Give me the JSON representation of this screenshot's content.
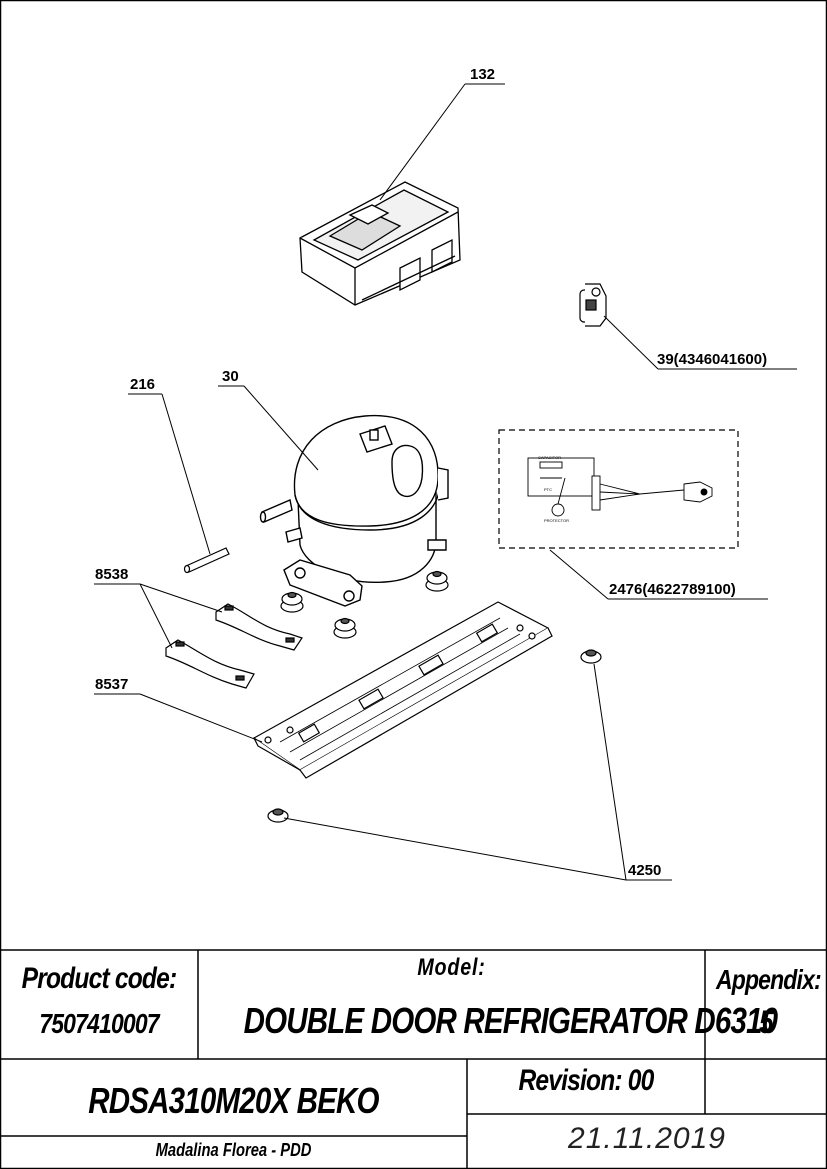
{
  "callouts": {
    "c132": "132",
    "c39": "39(4346041600)",
    "c216": "216",
    "c30": "30",
    "c2476": "2476(4622789100)",
    "c8538": "8538",
    "c8537": "8537",
    "c4250": "4250"
  },
  "wiring": {
    "capacitor": "CAPACITOR",
    "ptc": "PTC",
    "protector": "PROTECTOR"
  },
  "title_block": {
    "product_code_label": "Product code:",
    "product_code": "7507410007",
    "model_label": "Model:",
    "model": "DOUBLE DOOR REFRIGERATOR D6310",
    "appendix_label": "Appendix:",
    "appendix": "5",
    "model_code": "RDSA310M20X BEKO",
    "revision": "Revision: 00",
    "author": "Madalina Florea - PDD",
    "date": "21.11.2019"
  }
}
